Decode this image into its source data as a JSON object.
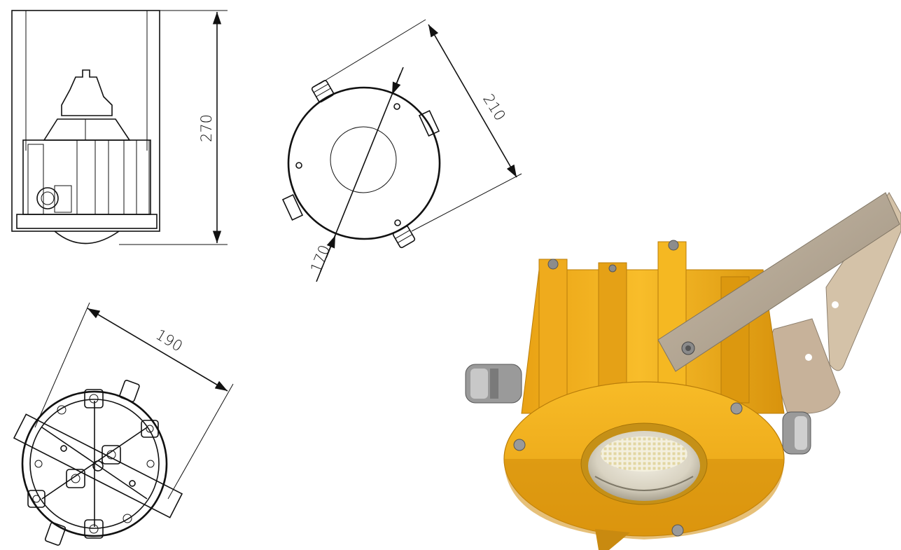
{
  "drawings": {
    "side_view": {
      "dimension_height": "270"
    },
    "top_view": {
      "dimension_span": "210",
      "dimension_diameter": "170"
    },
    "bottom_view": {
      "dimension_width": "190"
    }
  },
  "render": {
    "body_color": "#f2b01e",
    "body_shadow": "#d48f0c",
    "bracket_color": "#b8aa97",
    "lens_color": "#e4dccb"
  }
}
